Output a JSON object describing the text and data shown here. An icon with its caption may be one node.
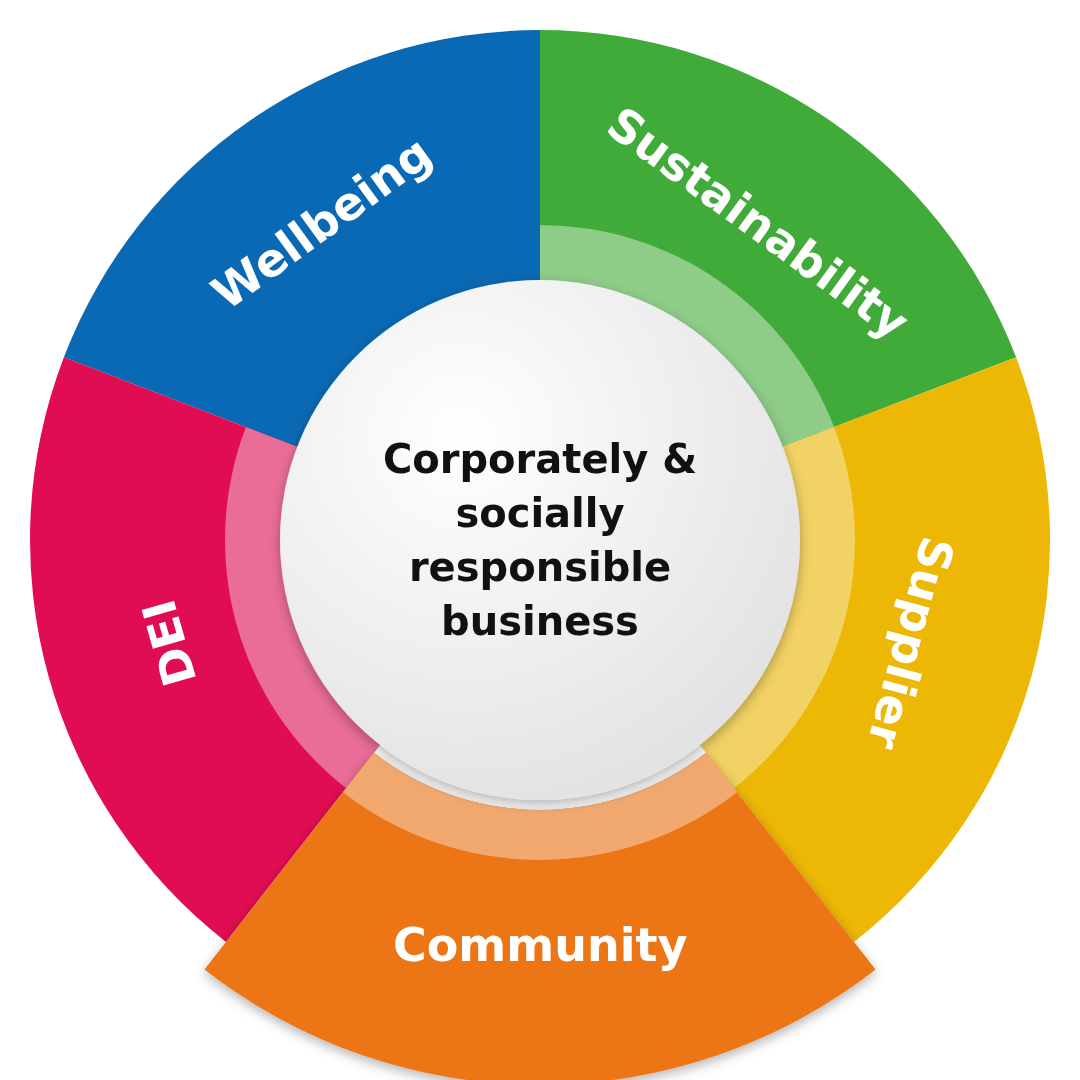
{
  "diagram": {
    "nodes": [
      {
        "text": [
          "Wellbeing"
        ]
      },
      {
        "text": [
          "Sustainability"
        ]
      },
      {
        "text": [
          "Corporately & socially responsible business"
        ]
      },
      {
        "text": [
          "DEI"
        ]
      },
      {
        "text": [
          "Supplier"
        ]
      },
      {
        "text": [
          "Community"
        ]
      }
    ]
  }
}
